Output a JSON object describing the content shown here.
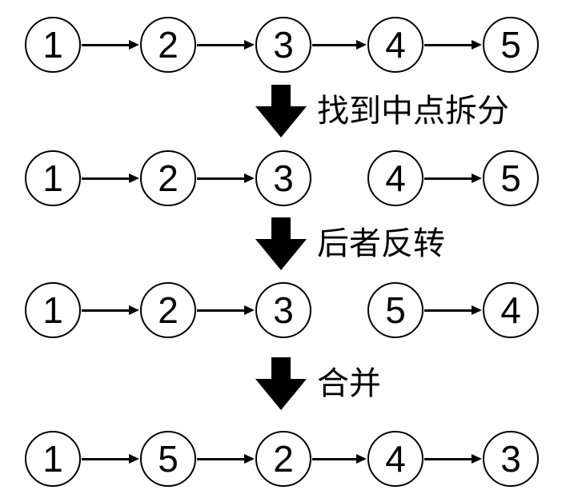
{
  "colors": {
    "background": "#ffffff",
    "node_fill": "#ffffff",
    "stroke": "#000000",
    "text": "#000000"
  },
  "icons": {
    "transition_arrow": "down-arrow"
  },
  "steps": [
    {
      "name": "original-list",
      "groups": [
        [
          "1",
          "2",
          "3",
          "4",
          "5"
        ]
      ]
    },
    {
      "name": "split-at-middle",
      "groups": [
        [
          "1",
          "2",
          "3"
        ],
        [
          "4",
          "5"
        ]
      ]
    },
    {
      "name": "second-reversed",
      "groups": [
        [
          "1",
          "2",
          "3"
        ],
        [
          "5",
          "4"
        ]
      ]
    },
    {
      "name": "merged-list",
      "groups": [
        [
          "1",
          "5",
          "2",
          "4",
          "3"
        ]
      ]
    }
  ],
  "transitions": [
    {
      "label": "找到中点拆分"
    },
    {
      "label": "后者反转"
    },
    {
      "label": "合并"
    }
  ]
}
